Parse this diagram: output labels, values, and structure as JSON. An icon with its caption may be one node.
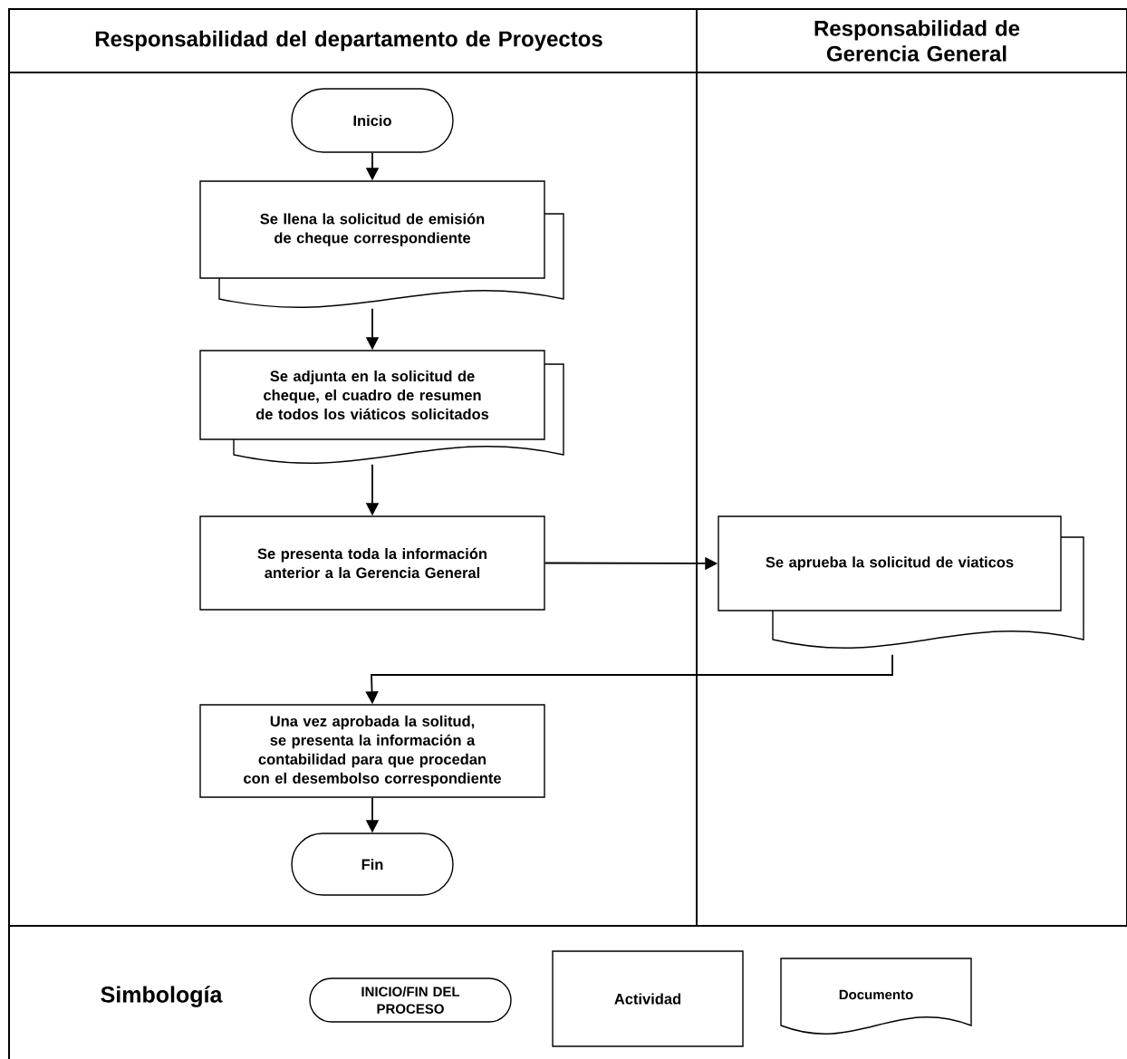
{
  "diagram": {
    "nodes": [
      {
        "text": [
          "Responsabilidad del departamento de Proyectos"
        ]
      },
      {
        "text": [
          "Responsabilidad de Gerencia General"
        ]
      },
      {
        "text": [
          "Inicio"
        ],
        "in": 0
      },
      {
        "text": [
          "Se llena la solicitud de emisión de cheque correspondiente"
        ],
        "in": 0
      },
      {
        "text": [
          "Se adjunta en la solicitud de cheque, el cuadro de resumen de todos los viáticos solicitados"
        ],
        "in": 0
      },
      {
        "text": [
          "Se presenta toda la información anterior a la Gerencia General"
        ],
        "in": 0
      },
      {
        "text": [
          "Se aprueba la solicitud de viaticos"
        ],
        "in": 1
      },
      {
        "text": [
          "Una vez aprobada la solitud, se presenta la información a contabilidad para que procedan con el desembolso correspondiente"
        ],
        "in": 0
      },
      {
        "text": [
          "Fin"
        ],
        "in": 0
      },
      {
        "text": [
          "INICIO/FIN DEL PROCESO"
        ]
      },
      {
        "text": [
          "Actividad"
        ]
      },
      {
        "text": [
          "Documento"
        ]
      }
    ],
    "edges": [
      {
        "from": 2,
        "to": 3,
        "arrow": "to"
      },
      {
        "from": 3,
        "to": 4,
        "arrow": "to"
      },
      {
        "from": 4,
        "to": 5,
        "arrow": "to"
      },
      {
        "from": 5,
        "to": 6,
        "arrow": "to"
      },
      {
        "from": 6,
        "to": 7,
        "arrow": "to"
      },
      {
        "from": 7,
        "to": 8,
        "arrow": "to"
      }
    ],
    "labels": [
      "Simbología"
    ]
  }
}
